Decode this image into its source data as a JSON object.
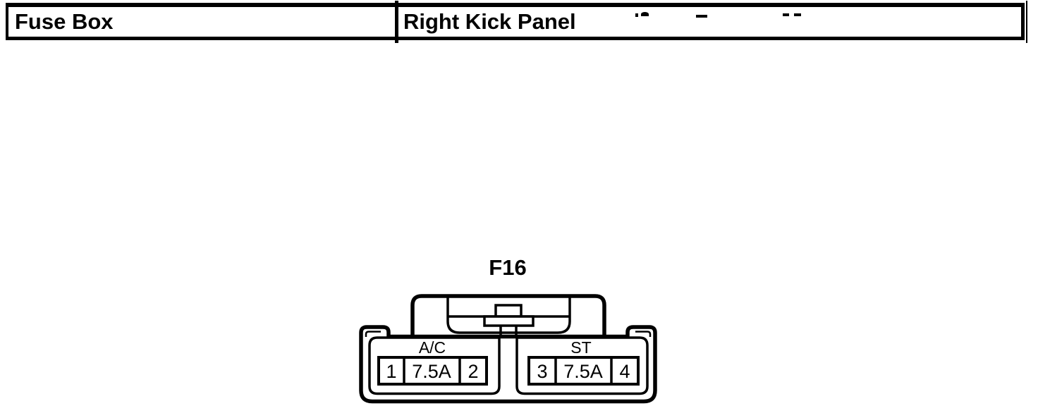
{
  "header": {
    "left_cell": "Fuse Box",
    "right_cell": "Right Kick Panel"
  },
  "connector": {
    "label": "F16",
    "groups": [
      {
        "name": "A/C",
        "pin_left": "1",
        "fuse": "7.5A",
        "pin_right": "2"
      },
      {
        "name": "ST",
        "pin_left": "3",
        "fuse": "7.5A",
        "pin_right": "4"
      }
    ]
  },
  "colors": {
    "ink": "#000000",
    "paper": "#ffffff"
  }
}
